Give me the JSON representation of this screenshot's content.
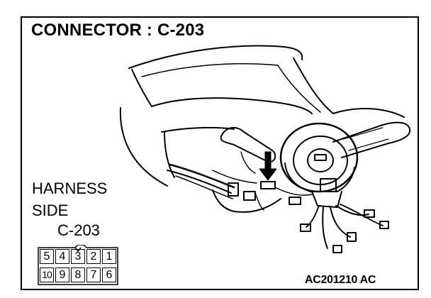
{
  "title": "CONNECTOR : C-203",
  "harness_label": {
    "line1": "HARNESS",
    "line2": "SIDE",
    "line3": "C-203"
  },
  "connector_pins": {
    "top_row": [
      "5",
      "4",
      "3",
      "2",
      "1"
    ],
    "bottom_row": [
      "10",
      "9",
      "8",
      "7",
      "6"
    ]
  },
  "figure_code": "AC201210 AC",
  "colors": {
    "ink": "#000000",
    "paper": "#ffffff"
  }
}
